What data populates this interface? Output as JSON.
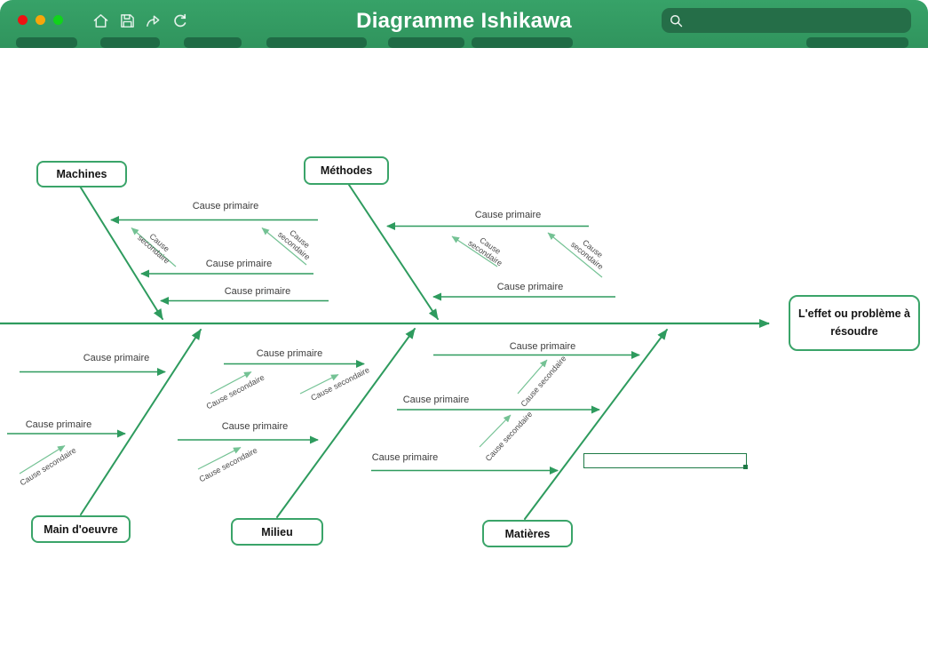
{
  "titlebar": {
    "title": "Diagramme Ishikawa",
    "window_buttons": [
      "close",
      "minimize",
      "maximize"
    ],
    "toolbar_icons": [
      "home-icon",
      "save-icon",
      "share-icon",
      "refresh-icon"
    ],
    "search": {
      "value": "",
      "placeholder": "",
      "icon": "search-icon"
    }
  },
  "diagram": {
    "labels": {
      "primary": "Cause primaire",
      "secondary": "Cause secondaire"
    },
    "categories": [
      {
        "label": "Machines"
      },
      {
        "label": "Méthodes"
      },
      {
        "label": "Main d'oeuvre"
      },
      {
        "label": "Milieu"
      },
      {
        "label": "Matières"
      }
    ],
    "effect_box": {
      "text": "L'effet ou problème à résoudre"
    },
    "empty_box": {
      "value": ""
    },
    "colors": {
      "titlebar_green": "#339a62",
      "tab_stub_green": "#1f6b45",
      "search_field_green": "#256e48",
      "line_green": "#2e9b5e",
      "secondary_line_green": "#74c294",
      "box_border_green": "#3aa469",
      "traffic_red": "#ee1212",
      "traffic_yellow": "#f7a60a",
      "traffic_green": "#11d31b"
    }
  }
}
